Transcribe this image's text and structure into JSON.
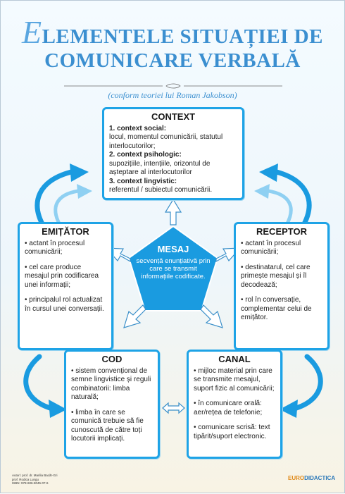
{
  "title": {
    "initial": "E",
    "line1_rest": "LEMENTELE SITUAȚIEI DE",
    "line2": "COMUNICARE VERBALĂ"
  },
  "subtitle": "(conform teoriei lui Roman Jakobson)",
  "context": {
    "title": "CONTEXT",
    "items": [
      {
        "heading": "1. context social:",
        "text": "locul, momentul comunicării, statutul interlocutorilor;"
      },
      {
        "heading": "2. context psihologic:",
        "text": "supozițiile, intențiile, orizontul de așteptare al interlocutorilor"
      },
      {
        "heading": "3. context lingvistic:",
        "text": "referentul / subiectul comunicării."
      }
    ]
  },
  "emitator": {
    "title": "EMIȚĂTOR",
    "items": [
      "• actant în procesul comunicării;",
      "• cel care produce mesajul prin codificarea unei informații;",
      "• principalul rol actualizat în cursul unei conversații."
    ]
  },
  "receptor": {
    "title": "RECEPTOR",
    "items": [
      "• actant în procesul comunicării;",
      "• destinatarul, cel care primește mesajul și îl decodează;",
      "• rol în conversație, complementar celui de emițător."
    ]
  },
  "mesaj": {
    "title": "MESAJ",
    "text": "secvență enunțiativă prin care se transmit informațiile codificate."
  },
  "cod": {
    "title": "COD",
    "items": [
      "• sistem convențional de semne lingvistice și reguli combinatorii: limba naturală;",
      "• limba în care se comunică trebuie să fie cunoscută de către toți locutorii implicați."
    ]
  },
  "canal": {
    "title": "CANAL",
    "items": [
      "• mijloc material prin care se transmite mesajul, suport fizic al comunicării;",
      "• în comunicare orală: aer/rețea de telefonie;",
      "• comunicare scrisă: text tipărit/suport electronic."
    ]
  },
  "footer": {
    "authors_line1": "Autori: prof. dr. Marilia Bacăr-Gri",
    "authors_line2": "prof. Rodica Lungu",
    "isbn": "ISBN: 978-606-8045-07-6",
    "logo_part1": "EURO",
    "logo_part2": "DIDACTICA"
  },
  "colors": {
    "accent": "#1ea3e6",
    "title": "#3b8fd0",
    "pentagon": "#1a9be0"
  }
}
